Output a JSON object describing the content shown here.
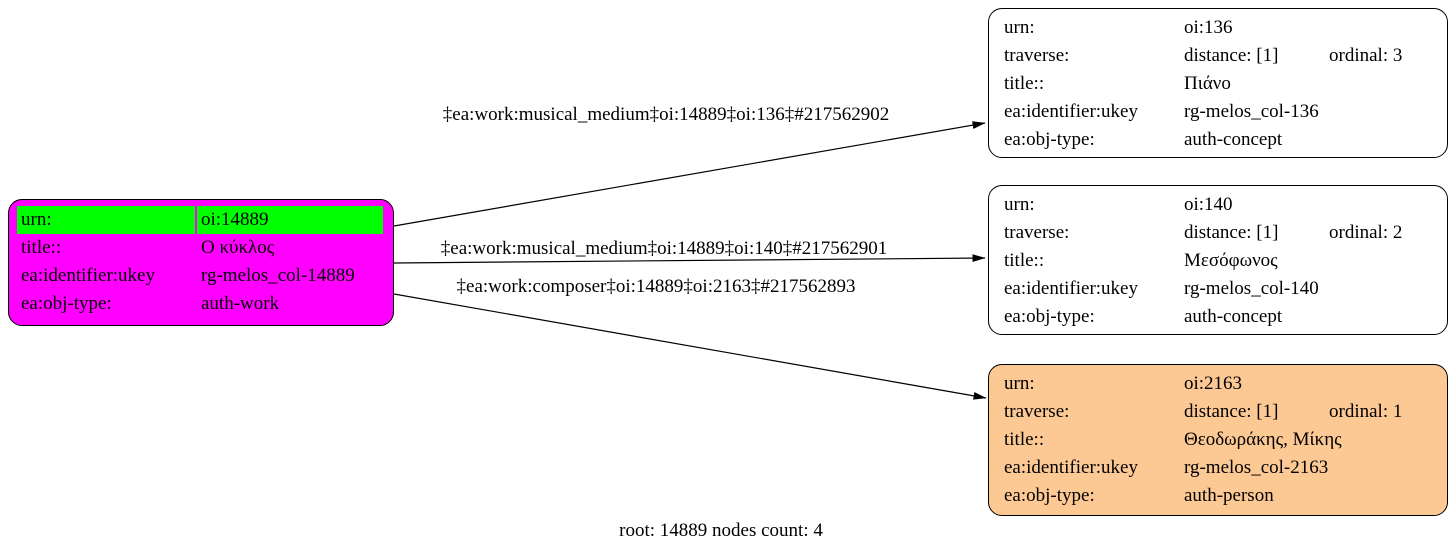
{
  "colors": {
    "root_fill": "#FF00FF",
    "highlight": "#00FF00",
    "concept_fill": "#FFFFFF",
    "person_fill": "#FCC894",
    "edge_stroke": "#000000"
  },
  "root": {
    "fill": "#FF00FF",
    "rows": {
      "urn": {
        "label": "urn:",
        "value": "oi:14889"
      },
      "title": {
        "label": "title::",
        "value": "Ο κύκλος"
      },
      "ukey": {
        "label": "ea:identifier:ukey",
        "value": "rg-melos_col-14889"
      },
      "objtype": {
        "label": "ea:obj-type:",
        "value": "auth-work"
      }
    }
  },
  "nodes": [
    {
      "fill": "#FFFFFF",
      "rows": {
        "urn": {
          "label": "urn:",
          "value": "oi:136"
        },
        "traverse": {
          "label": "traverse:",
          "value": "distance: [1]",
          "ordinal": "ordinal: 3"
        },
        "title": {
          "label": "title::",
          "value": "Πιάνο"
        },
        "ukey": {
          "label": "ea:identifier:ukey",
          "value": "rg-melos_col-136"
        },
        "objtype": {
          "label": "ea:obj-type:",
          "value": "auth-concept"
        }
      }
    },
    {
      "fill": "#FFFFFF",
      "rows": {
        "urn": {
          "label": "urn:",
          "value": "oi:140"
        },
        "traverse": {
          "label": "traverse:",
          "value": "distance: [1]",
          "ordinal": "ordinal: 2"
        },
        "title": {
          "label": "title::",
          "value": "Μεσόφωνος"
        },
        "ukey": {
          "label": "ea:identifier:ukey",
          "value": "rg-melos_col-140"
        },
        "objtype": {
          "label": "ea:obj-type:",
          "value": "auth-concept"
        }
      }
    },
    {
      "fill": "#FCC894",
      "rows": {
        "urn": {
          "label": "urn:",
          "value": "oi:2163"
        },
        "traverse": {
          "label": "traverse:",
          "value": "distance: [1]",
          "ordinal": "ordinal: 1"
        },
        "title": {
          "label": "title::",
          "value": "Θεοδωράκης, Μίκης"
        },
        "ukey": {
          "label": "ea:identifier:ukey",
          "value": "rg-melos_col-2163"
        },
        "objtype": {
          "label": "ea:obj-type:",
          "value": "auth-person"
        }
      }
    }
  ],
  "edges": [
    {
      "label": "‡ea:work:musical_medium‡oi:14889‡oi:136‡#217562902"
    },
    {
      "label": "‡ea:work:musical_medium‡oi:14889‡oi:140‡#217562901"
    },
    {
      "label": "‡ea:work:composer‡oi:14889‡oi:2163‡#217562893"
    }
  ],
  "caption": "root: 14889 nodes count: 4"
}
